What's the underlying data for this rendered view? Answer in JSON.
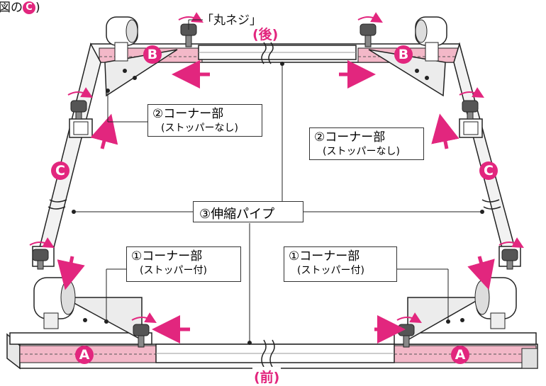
{
  "header": {
    "prefix": "図の",
    "label": "C",
    "suffix": ")"
  },
  "labels": {
    "maru_neji": "「丸ネジ」",
    "back": "(後)",
    "front": "(前)",
    "pipe": "③伸縮パイプ",
    "corner2_title": "②コーナー部",
    "corner2_sub": "(ストッパーなし)",
    "corner1_title": "①コーナー部",
    "corner1_sub": "(ストッパー付)"
  },
  "badges": {
    "a": "A",
    "b": "B",
    "c": "C"
  },
  "colors": {
    "accent": "#e2267e",
    "pink_band": "#f3b8c8",
    "frame_fill": "#f2f2f2",
    "line": "#222222"
  }
}
